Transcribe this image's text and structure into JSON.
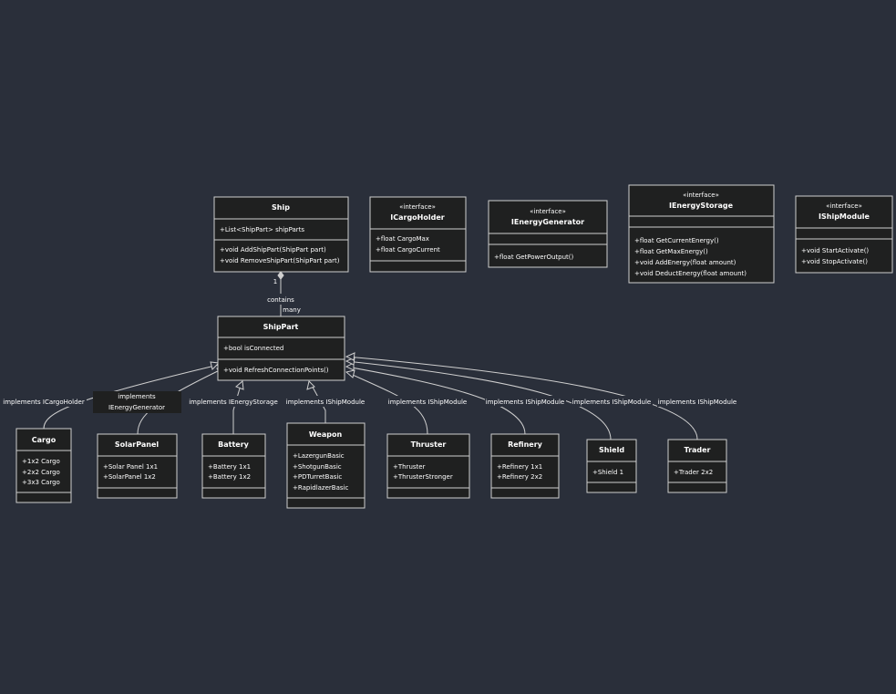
{
  "classes": {
    "ship": {
      "title": "Ship",
      "attributes": [
        "+List<ShipPart> shipParts"
      ],
      "methods": [
        "+void AddShipPart(ShipPart part)",
        "+void RemoveShipPart(ShipPart part)"
      ]
    },
    "icargoholder": {
      "stereotype": "«interface»",
      "title": "ICargoHolder",
      "attributes": [
        "+float CargoMax",
        "+float CargoCurrent"
      ],
      "methods": []
    },
    "ienergygenerator": {
      "stereotype": "«interface»",
      "title": "IEnergyGenerator",
      "attributes": [],
      "methods": [
        "+float GetPowerOutput()"
      ]
    },
    "ienergystorage": {
      "stereotype": "«interface»",
      "title": "IEnergyStorage",
      "attributes": [],
      "methods": [
        "+float GetCurrentEnergy()",
        "+float GetMaxEnergy()",
        "+void AddEnergy(float amount)",
        "+void DeductEnergy(float amount)"
      ]
    },
    "ishipmodule": {
      "stereotype": "«interface»",
      "title": "IShipModule",
      "attributes": [],
      "methods": [
        "+void StartActivate()",
        "+void StopActivate()"
      ]
    },
    "shippart": {
      "title": "ShipPart",
      "attributes": [
        "+bool isConnected"
      ],
      "methods": [
        "+void RefreshConnectionPoints()"
      ]
    },
    "cargo": {
      "title": "Cargo",
      "attributes": [
        "+1x2 Cargo",
        "+2x2 Cargo",
        "+3x3 Cargo"
      ],
      "methods": []
    },
    "solarpanel": {
      "title": "SolarPanel",
      "attributes": [
        "+Solar Panel 1x1",
        "+SolarPanel 1x2"
      ],
      "methods": []
    },
    "battery": {
      "title": "Battery",
      "attributes": [
        "+Battery 1x1",
        "+Battery 1x2"
      ],
      "methods": []
    },
    "weapon": {
      "title": "Weapon",
      "attributes": [
        "+LazergunBasic",
        "+ShotgunBasic",
        "+PDTurretBasic",
        "+RapidlazerBasic"
      ],
      "methods": []
    },
    "thruster": {
      "title": "Thruster",
      "attributes": [
        "+Thruster",
        "+ThrusterStronger"
      ],
      "methods": []
    },
    "refinery": {
      "title": "Refinery",
      "attributes": [
        "+Refinery 1x1",
        "+Refinery 2x2"
      ],
      "methods": []
    },
    "shield": {
      "title": "Shield",
      "attributes": [
        "+Shield 1"
      ],
      "methods": []
    },
    "trader": {
      "title": "Trader",
      "attributes": [
        "+Trader 2x2"
      ],
      "methods": []
    }
  },
  "relations": {
    "composition": {
      "label": "contains",
      "source_multiplicity": "1",
      "target_multiplicity": "many"
    },
    "cargo": "implements ICargoHolder",
    "solarpanel": [
      "implements",
      "IEnergyGenerator"
    ],
    "battery": "implements IEnergyStorage",
    "weapon": "implements IShipModule",
    "thruster": "implements IShipModule",
    "refinery": "implements IShipModule",
    "shield": "implements IShipModule",
    "trader": "implements IShipModule"
  }
}
